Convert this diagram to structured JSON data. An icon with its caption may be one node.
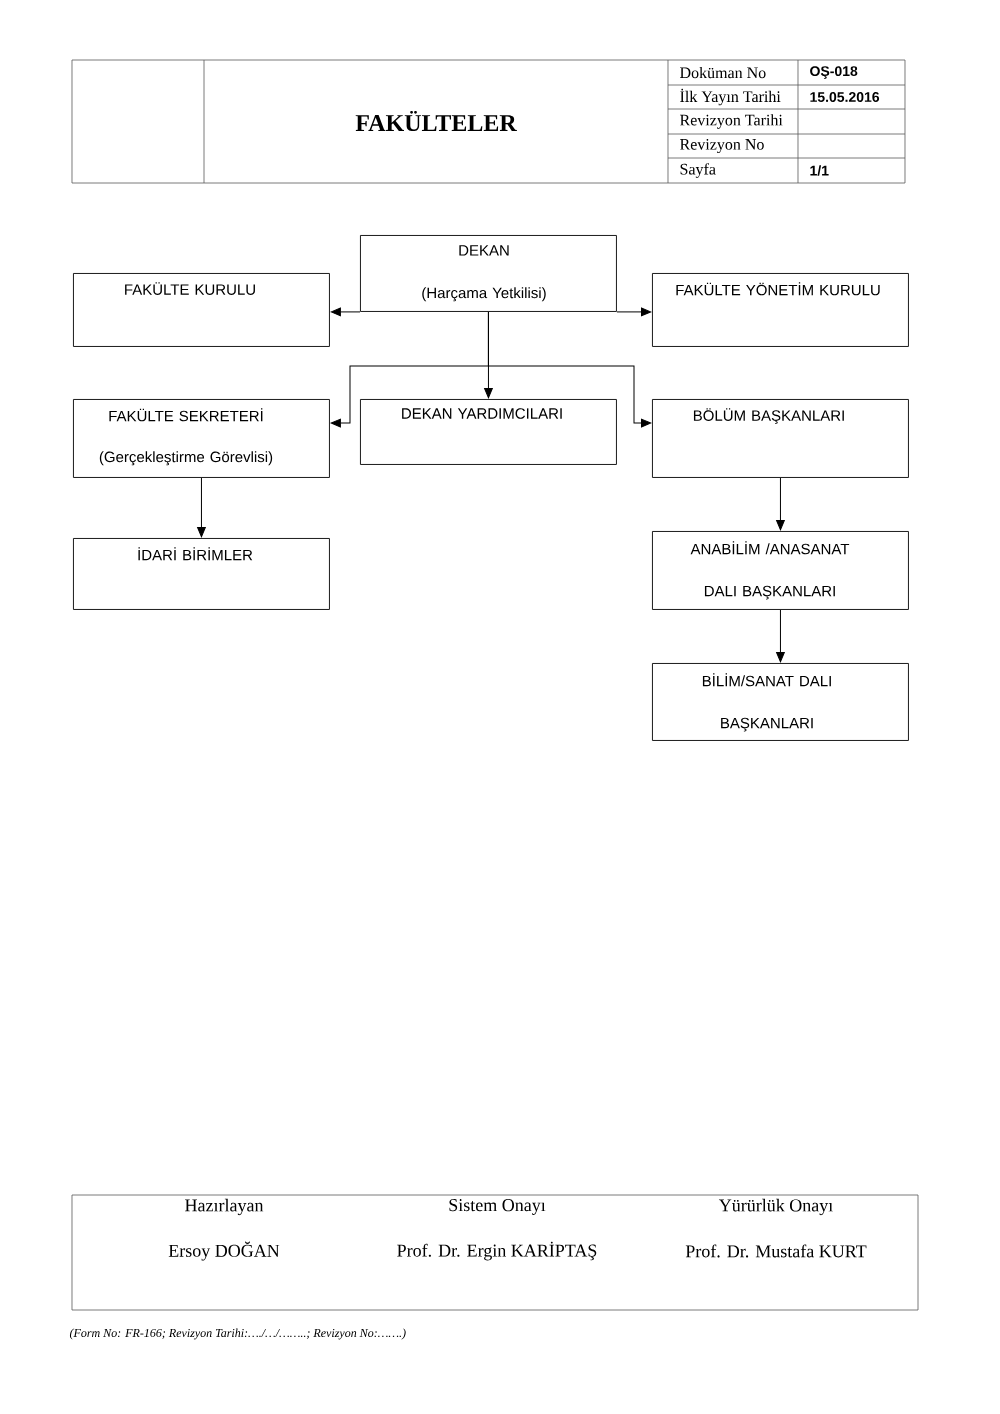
{
  "diagram": {
    "title": "FAKÜLTELER",
    "nodes": [
      {
        "text": [
          "DEKAN",
          "(Harçama Yetkilisi)"
        ]
      },
      {
        "text": [
          "FAKÜLTE KURULU"
        ]
      },
      {
        "text": [
          "FAKÜLTE YÖNETİM KURULU"
        ]
      },
      {
        "text": [
          "FAKÜLTE SEKRETERİ",
          "(Gerçekleştirme Görevlisi)"
        ]
      },
      {
        "text": [
          "DEKAN YARDIMCILARI"
        ]
      },
      {
        "text": [
          "BÖLÜM BAŞKANLARI"
        ]
      },
      {
        "text": [
          "İDARİ BİRİMLER"
        ]
      },
      {
        "text": [
          "ANABİLİM /ANASANAT DALI BAŞKANLARI"
        ]
      },
      {
        "text": [
          "BİLİM/SANAT DALI BAŞKANLARI"
        ]
      }
    ],
    "edges": [
      {
        "from": 0,
        "to": 1,
        "arrow": "to"
      },
      {
        "from": 0,
        "to": 2,
        "arrow": "to"
      },
      {
        "from": 0,
        "to": 3,
        "arrow": "to"
      },
      {
        "from": 0,
        "to": 4,
        "arrow": "to"
      },
      {
        "from": 0,
        "to": 5,
        "arrow": "to"
      },
      {
        "from": 3,
        "to": 6,
        "arrow": "to"
      },
      {
        "from": 5,
        "to": 7,
        "arrow": "to"
      },
      {
        "from": 7,
        "to": 8,
        "arrow": "to"
      }
    ],
    "labels": [
      "Doküman No",
      "OŞ-018",
      "İlk Yayın Tarihi",
      "15.05.2016",
      "Revizyon Tarihi",
      "Revizyon No",
      "Sayfa",
      "1/1",
      "Hazırlayan",
      "Sistem Onayı",
      "Yürürlük Onayı",
      "Ersoy DOĞAN",
      "Prof. Dr. Ergin KARİPTAŞ",
      "Prof. Dr. Mustafa KURT",
      "(Form No: FR-166; Revizyon Tarihi:…./…/……..; Revizyon No:…….)"
    ]
  }
}
